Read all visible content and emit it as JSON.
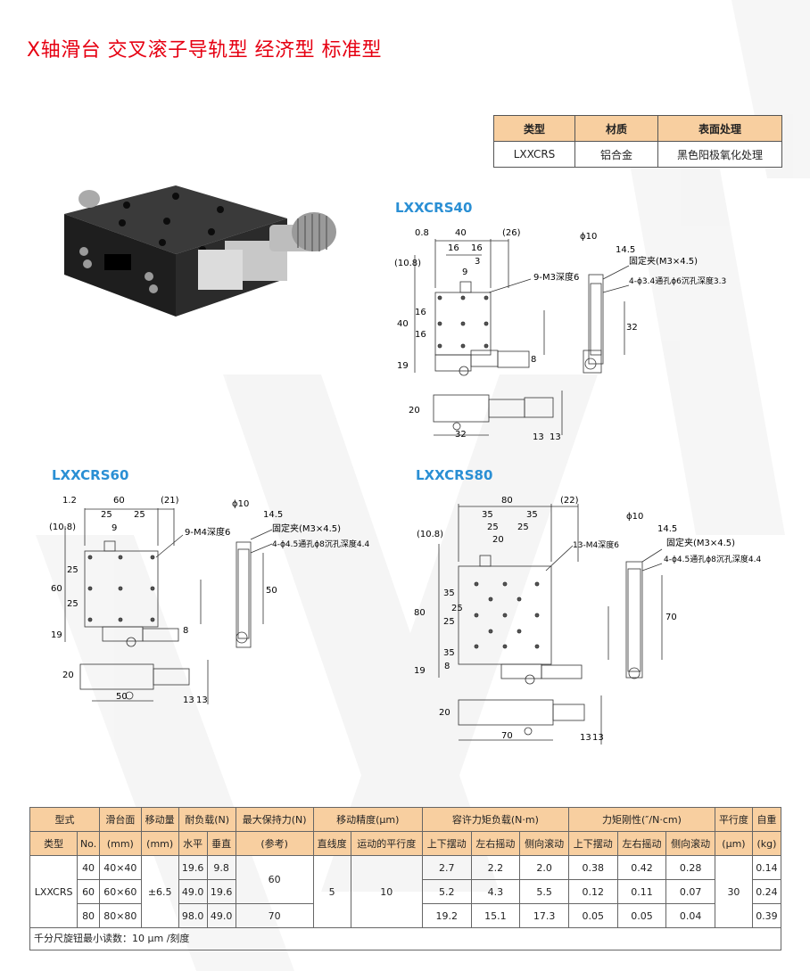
{
  "title": "X轴滑台 交叉滚子导轨型 经济型 标准型",
  "spec_table": {
    "headers": [
      "类型",
      "材质",
      "表面处理"
    ],
    "row": [
      "LXXCRS",
      "铝合金",
      "黑色阳极氧化处理"
    ]
  },
  "drawings": {
    "s40": {
      "title": "LXXCRS40",
      "dims": [
        "0.8",
        "40",
        "(26)",
        "16",
        "16",
        "3",
        "(10.8)",
        "9",
        "9-M3深度6",
        "16",
        "16",
        "40",
        "19",
        "8",
        "20",
        "32",
        "13",
        "13",
        "ϕ10",
        "14.5",
        "固定夹(M3×4.5)",
        "4-ϕ3.4通孔ϕ6沉孔深度3.3",
        "32"
      ]
    },
    "s60": {
      "title": "LXXCRS60",
      "dims": [
        "1.2",
        "60",
        "(21)",
        "25",
        "25",
        "9",
        "(10.8)",
        "9-M4深度6",
        "25",
        "25",
        "60",
        "19",
        "8",
        "20",
        "50",
        "13",
        "13",
        "ϕ10",
        "14.5",
        "固定夹(M3×4.5)",
        "4-ϕ4.5通孔ϕ8沉孔深度4.4",
        "50"
      ]
    },
    "s80": {
      "title": "LXXCRS80",
      "dims": [
        "80",
        "(22)",
        "35",
        "35",
        "25",
        "25",
        "20",
        "(10.8)",
        "13-M4深度6",
        "35",
        "25",
        "35",
        "80",
        "25",
        "19",
        "8",
        "20",
        "70",
        "13",
        "13",
        "ϕ10",
        "14.5",
        "固定夹(M3×4.5)",
        "4-ϕ4.5通孔ϕ8沉孔深度4.4",
        "70"
      ]
    }
  },
  "main_table": {
    "header1": [
      "型式",
      "滑台面",
      "移动量",
      "耐负载(N)",
      "最大保持力(N)",
      "移动精度(μm)",
      "容许力矩负载(N·m)",
      "力矩刚性(″/N·cm)",
      "平行度",
      "自重"
    ],
    "header2": [
      "类型",
      "No.",
      "(mm)",
      "(mm)",
      "水平",
      "垂直",
      "(参考)",
      "直线度",
      "运动的平行度",
      "上下摆动",
      "左右摇动",
      "侧向滚动",
      "上下摆动",
      "左右摇动",
      "侧向滚动",
      "(μm)",
      "(kg)"
    ],
    "type": "LXXCRS",
    "travel": "±6.5",
    "straightness": "5",
    "parallel_motion": "10",
    "parallelism": "30",
    "hold60": "60",
    "rows": [
      {
        "no": "40",
        "face": "40×40",
        "h": "19.6",
        "v": "9.8",
        "p": "2.7",
        "y": "2.2",
        "r": "2.0",
        "kp": "0.38",
        "ky": "0.42",
        "kr": "0.28",
        "w": "0.14"
      },
      {
        "no": "60",
        "face": "60×60",
        "h": "49.0",
        "v": "19.6",
        "p": "5.2",
        "y": "4.3",
        "r": "5.5",
        "kp": "0.12",
        "ky": "0.11",
        "kr": "0.07",
        "w": "0.24"
      },
      {
        "no": "80",
        "face": "80×80",
        "h": "98.0",
        "v": "49.0",
        "hold": "70",
        "p": "19.2",
        "y": "15.1",
        "r": "17.3",
        "kp": "0.05",
        "ky": "0.05",
        "kr": "0.04",
        "w": "0.39"
      }
    ],
    "note": "千分尺旋钮最小读数：10 μm /刻度"
  },
  "colors": {
    "title": "#e60012",
    "subtitle": "#2a8fd4",
    "header_bg": "#f8cfa0"
  }
}
